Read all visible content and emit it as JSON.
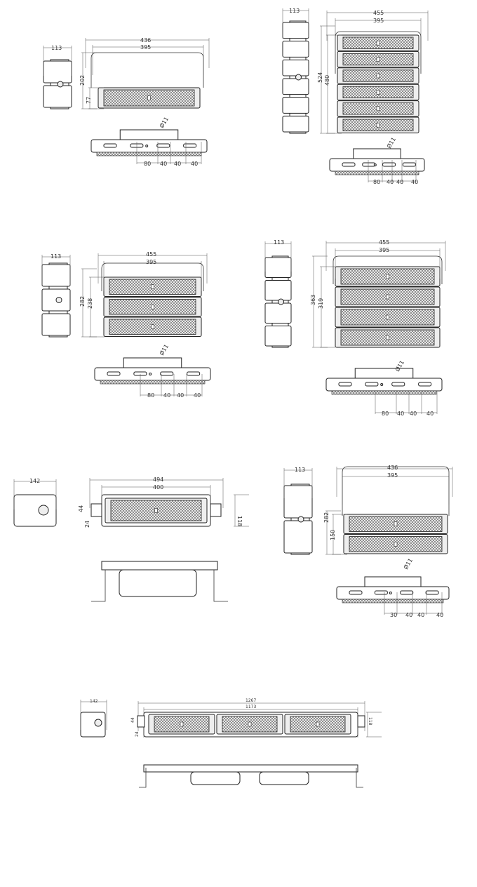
{
  "drawings": [
    {
      "name": "one-module",
      "side_width": "113",
      "overall_width": "436",
      "module_width": "395",
      "overall_height": "202",
      "module_height": "77",
      "hole": "Ø11",
      "spacing": [
        "80",
        "40",
        "40",
        "40"
      ]
    },
    {
      "name": "six-module",
      "side_width": "113",
      "overall_width": "455",
      "module_width": "395",
      "overall_height": "524",
      "module_height": "480",
      "hole": "Ø11",
      "spacing": [
        "80",
        "40",
        "40",
        "40"
      ]
    },
    {
      "name": "three-module",
      "side_width": "113",
      "overall_width": "455",
      "module_width": "395",
      "overall_height": "282",
      "module_height": "238",
      "hole": "Ø11",
      "spacing": [
        "80",
        "40",
        "40",
        "40"
      ]
    },
    {
      "name": "four-module",
      "side_width": "113",
      "overall_width": "455",
      "module_width": "395",
      "overall_height": "363",
      "module_height": "319",
      "hole": "Ø11",
      "spacing": [
        "80",
        "40",
        "40",
        "40"
      ]
    },
    {
      "name": "linear-one-module",
      "side_width": "142",
      "overall_width": "494",
      "module_width": "400",
      "height": "118",
      "slot_a": "44",
      "slot_b": "24"
    },
    {
      "name": "two-module",
      "side_width": "113",
      "overall_width": "436",
      "module_width": "395",
      "overall_height": "282",
      "module_height": "150",
      "hole": "Ø11",
      "spacing": [
        "30",
        "40",
        "40",
        "40"
      ]
    },
    {
      "name": "linear-three-module",
      "side_width": "142",
      "overall_width": "1267",
      "module_width": "1173",
      "height": "118",
      "slot_a": "44",
      "slot_b": "24"
    }
  ]
}
